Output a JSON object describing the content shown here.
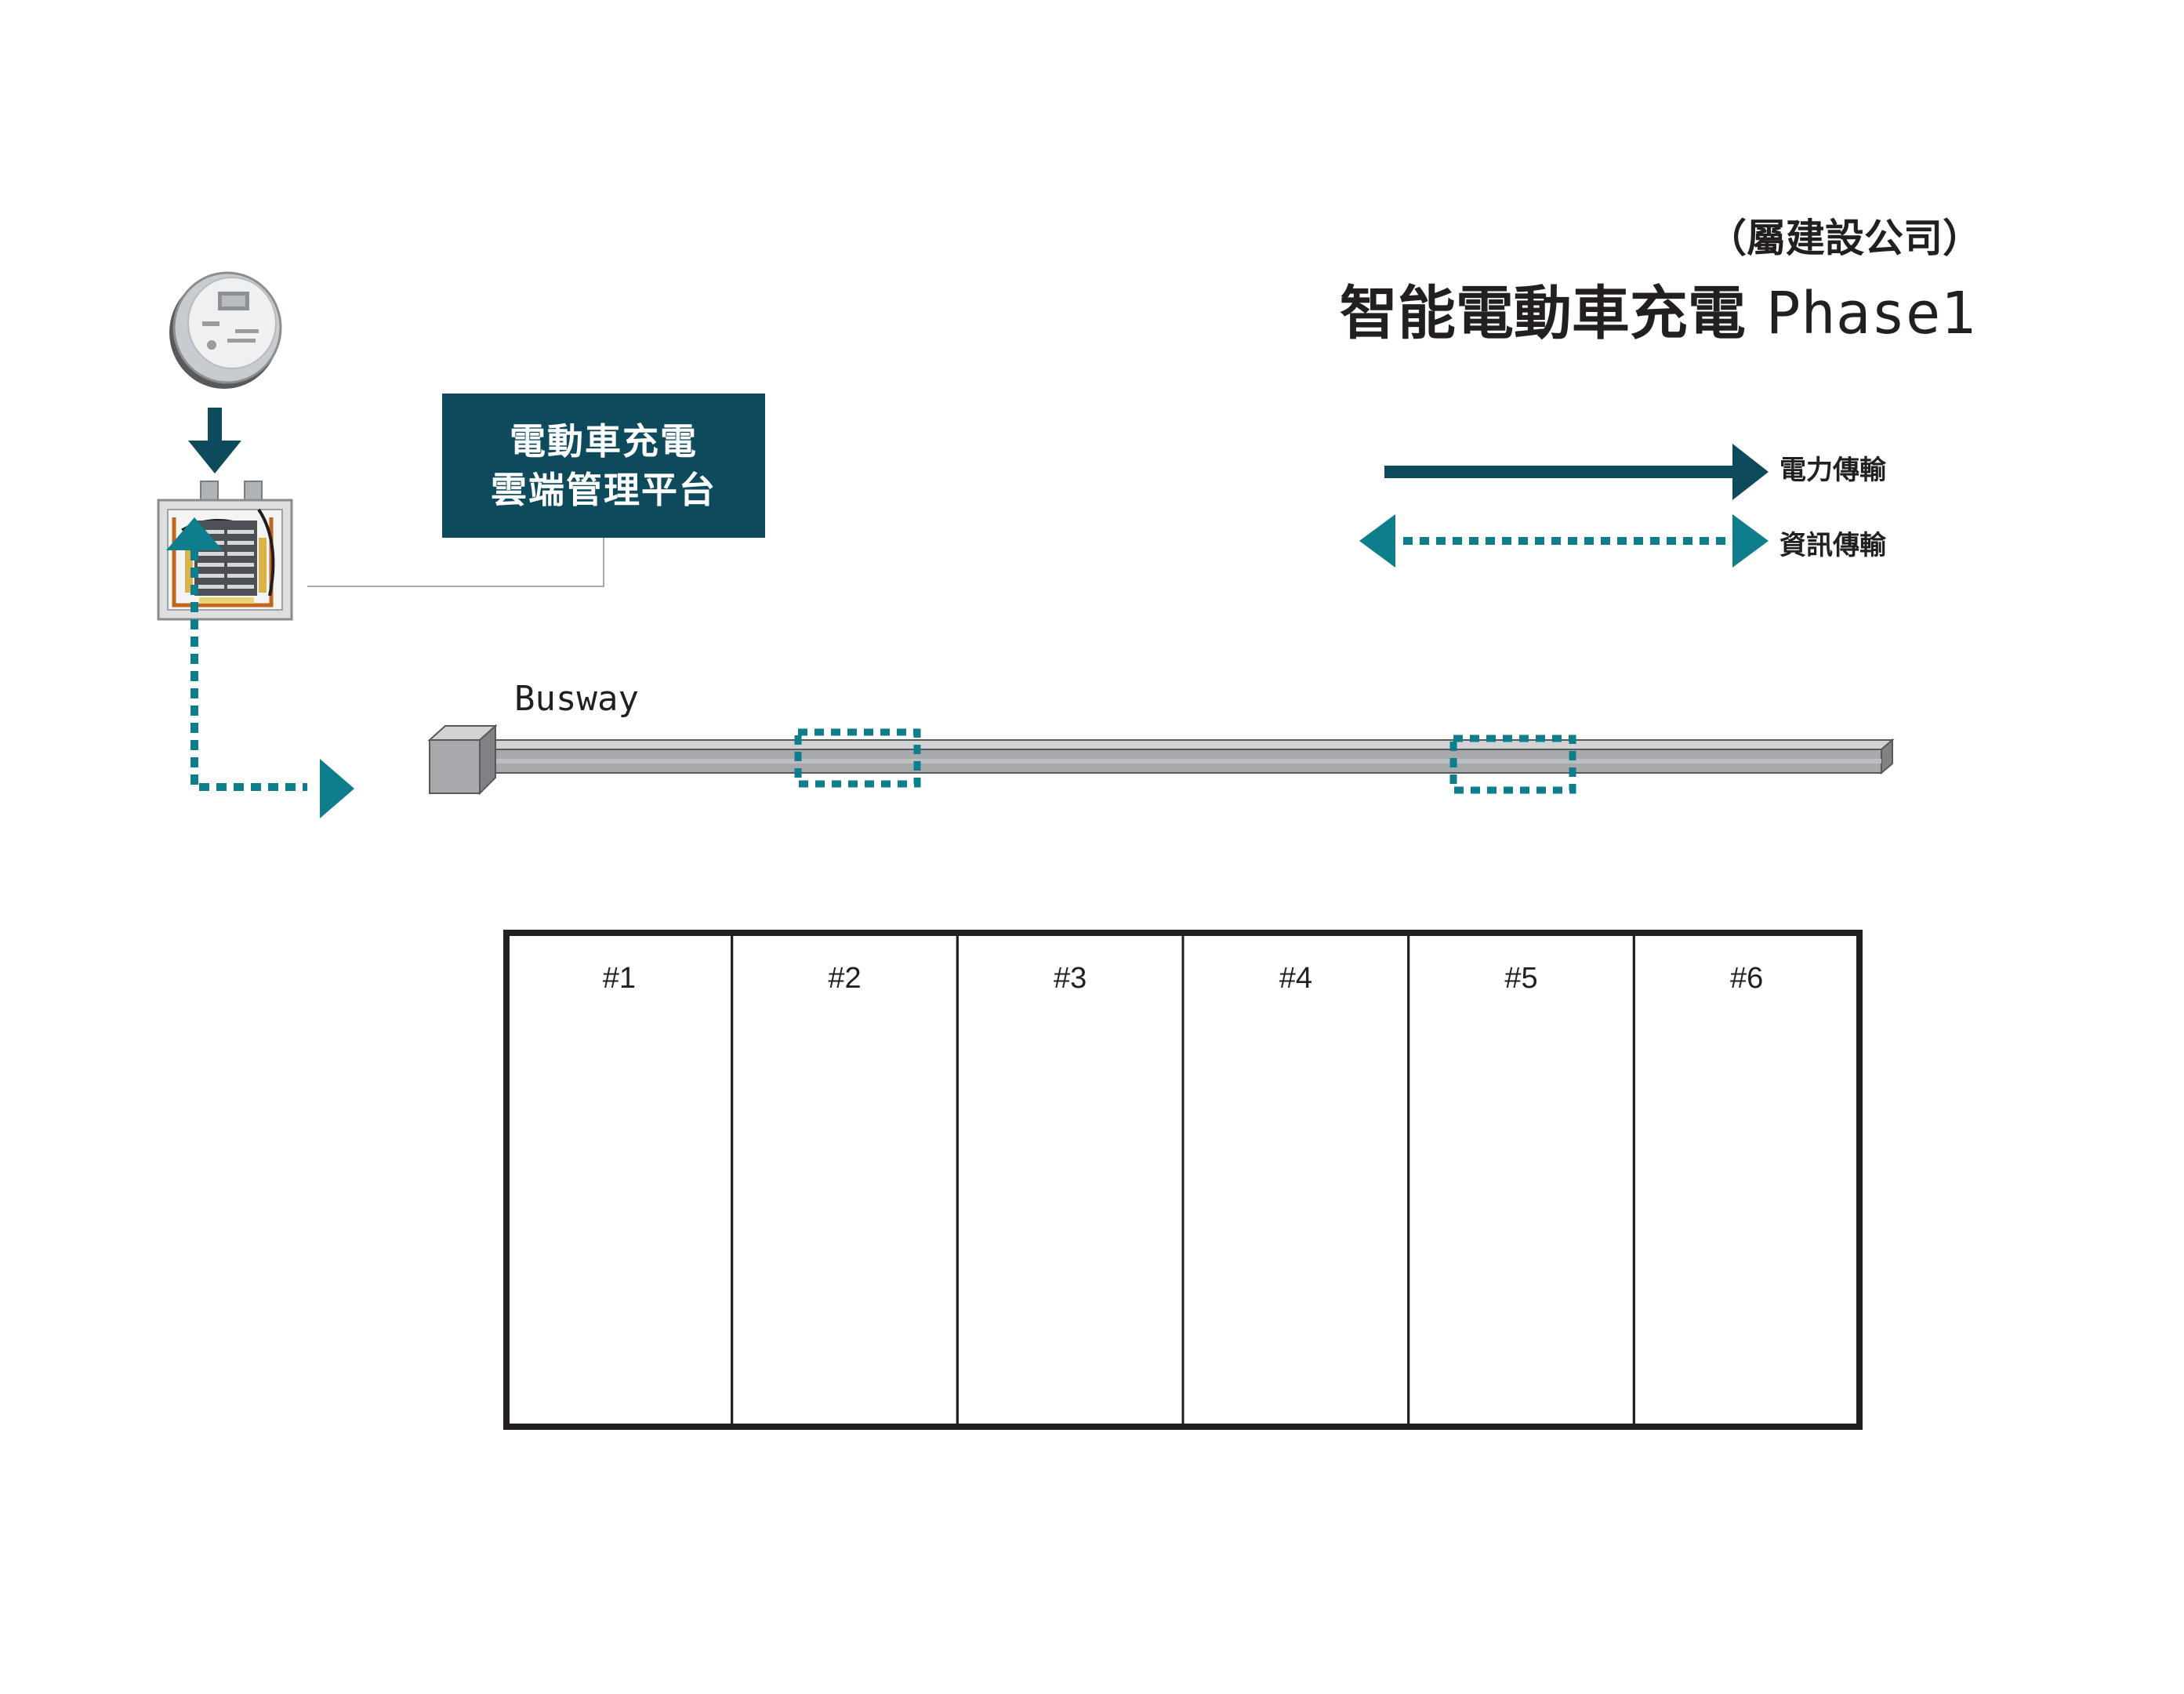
{
  "header": {
    "subtitle": "（屬建設公司）",
    "title_zh": "智能電動車充電",
    "title_en": "Phase1"
  },
  "cloud_platform": {
    "line1": "電動車充電",
    "line2": "雲端管理平台"
  },
  "legend": {
    "power_label": "電力傳輸",
    "data_label": "資訊傳輸"
  },
  "busway": {
    "label": "Busway"
  },
  "parking_slots": [
    "#1",
    "#2",
    "#3",
    "#4",
    "#5",
    "#6"
  ],
  "colors": {
    "power": "#0d4a5c",
    "data": "#0e7e8c",
    "busway_fill": "#a7a9ac",
    "busway_stroke": "#58595b",
    "box_dark": "#0d4a5c",
    "outline": "#231f20"
  },
  "icons": {
    "meter": "electric-meter-icon",
    "panel": "breaker-panel-icon"
  }
}
